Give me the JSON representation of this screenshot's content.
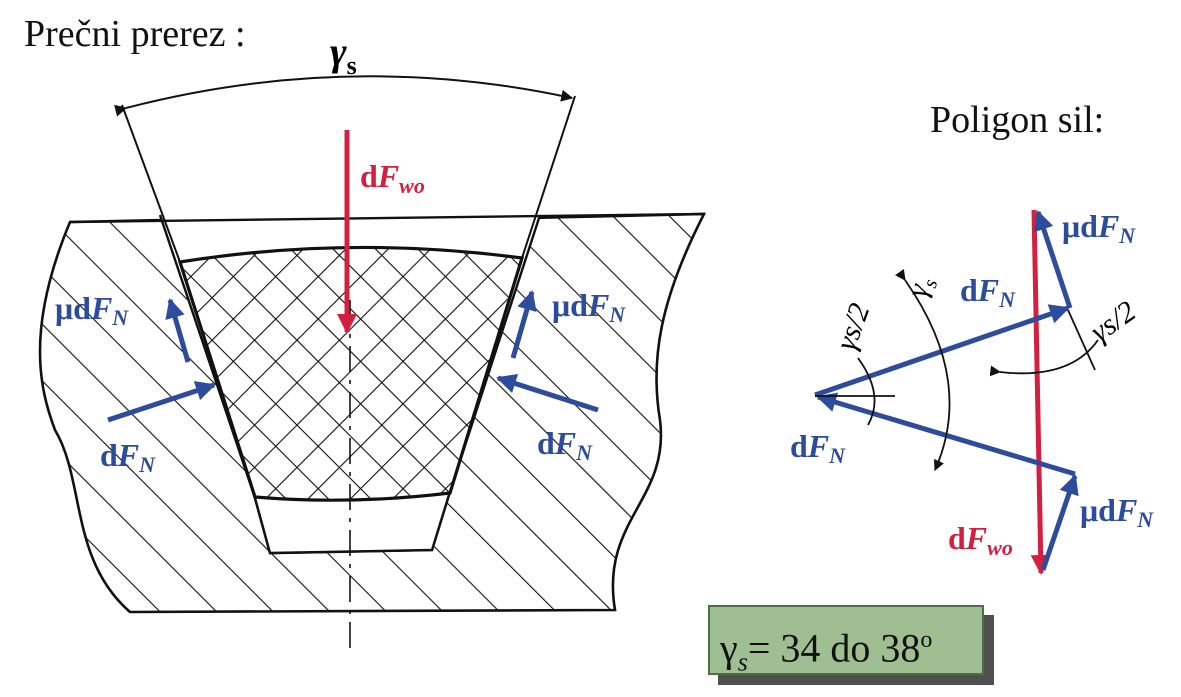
{
  "left_title": "Prečni prerez :",
  "right_title": "Poligon sil:",
  "angle_label": {
    "symbol": "γ",
    "sub": "s"
  },
  "half_angle_label": "γs/2",
  "labels": {
    "dF_wo": {
      "prefix": "d",
      "var": "F",
      "sub": "wo"
    },
    "dF_N": {
      "prefix": "d",
      "var": "F",
      "sub": "N"
    },
    "mu_dF_N": {
      "prefix": "μd",
      "var": "F",
      "sub": "N"
    }
  },
  "note": {
    "symbol": "γ",
    "sub": "s",
    "text": "= 34 do 38",
    "sup": "o"
  },
  "colors": {
    "blue": "#2e4c9c",
    "red": "#d42040",
    "note_bg": "#9fbf93",
    "note_border": "#4c7043"
  }
}
